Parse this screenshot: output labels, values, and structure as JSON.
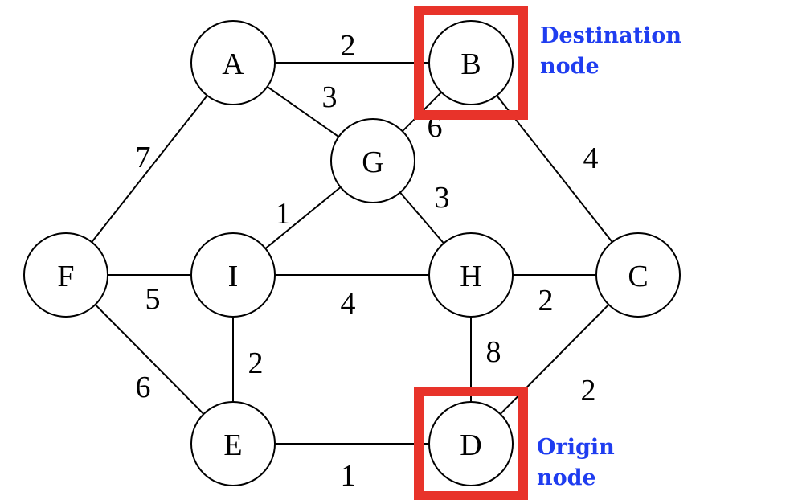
{
  "colors": {
    "highlight": "#e8332a",
    "annotation": "#1f3df0",
    "line": "#000000"
  },
  "nodes": [
    {
      "id": "A",
      "label": "A"
    },
    {
      "id": "B",
      "label": "B"
    },
    {
      "id": "G",
      "label": "G"
    },
    {
      "id": "F",
      "label": "F"
    },
    {
      "id": "I",
      "label": "I"
    },
    {
      "id": "H",
      "label": "H"
    },
    {
      "id": "C",
      "label": "C"
    },
    {
      "id": "E",
      "label": "E"
    },
    {
      "id": "D",
      "label": "D"
    }
  ],
  "edges": [
    {
      "from": "A",
      "to": "B",
      "weight": "2"
    },
    {
      "from": "A",
      "to": "G",
      "weight": "3"
    },
    {
      "from": "B",
      "to": "G",
      "weight": "6"
    },
    {
      "from": "A",
      "to": "F",
      "weight": "7"
    },
    {
      "from": "B",
      "to": "C",
      "weight": "4"
    },
    {
      "from": "G",
      "to": "I",
      "weight": "1"
    },
    {
      "from": "G",
      "to": "H",
      "weight": "3"
    },
    {
      "from": "F",
      "to": "I",
      "weight": "5"
    },
    {
      "from": "I",
      "to": "H",
      "weight": "4"
    },
    {
      "from": "H",
      "to": "C",
      "weight": "2"
    },
    {
      "from": "I",
      "to": "E",
      "weight": "2"
    },
    {
      "from": "H",
      "to": "D",
      "weight": "8"
    },
    {
      "from": "C",
      "to": "D",
      "weight": "2"
    },
    {
      "from": "F",
      "to": "E",
      "weight": "6"
    },
    {
      "from": "E",
      "to": "D",
      "weight": "1"
    }
  ],
  "highlighted_nodes": [
    "B",
    "D"
  ],
  "annotations": {
    "destination": {
      "line1": "Destination",
      "line2": "node"
    },
    "origin": {
      "line1": "Origin",
      "line2": "node"
    }
  }
}
